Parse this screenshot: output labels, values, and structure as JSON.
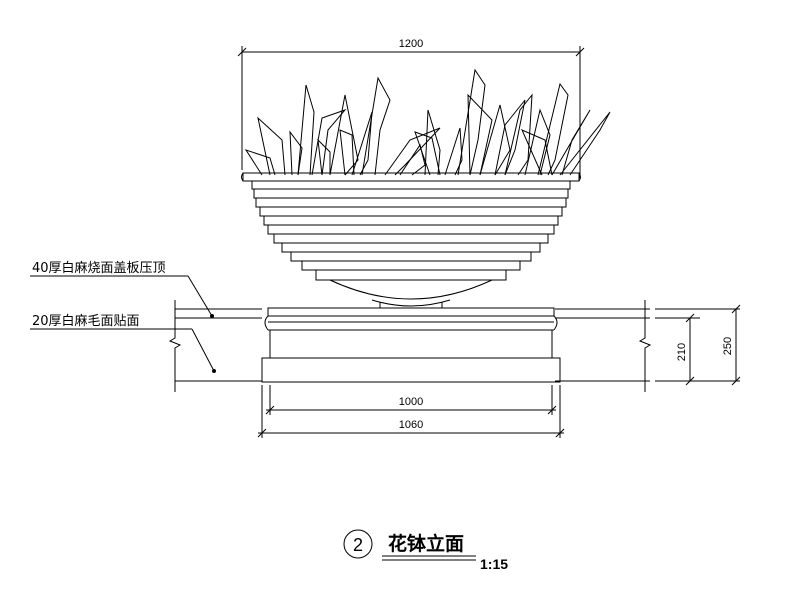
{
  "dimensions": {
    "top_width": "1200",
    "inner_width": "1000",
    "outer_width": "1060",
    "height_small": "210",
    "height_large": "250"
  },
  "notes": {
    "cap_note": "40厚白麻烧面盖板压顶",
    "facing_note": "20厚白麻毛面贴面"
  },
  "title_block": {
    "number": "2",
    "title": "花钵立面",
    "scale": "1:15"
  },
  "colors": {
    "line": "#000000",
    "background": "#ffffff"
  }
}
